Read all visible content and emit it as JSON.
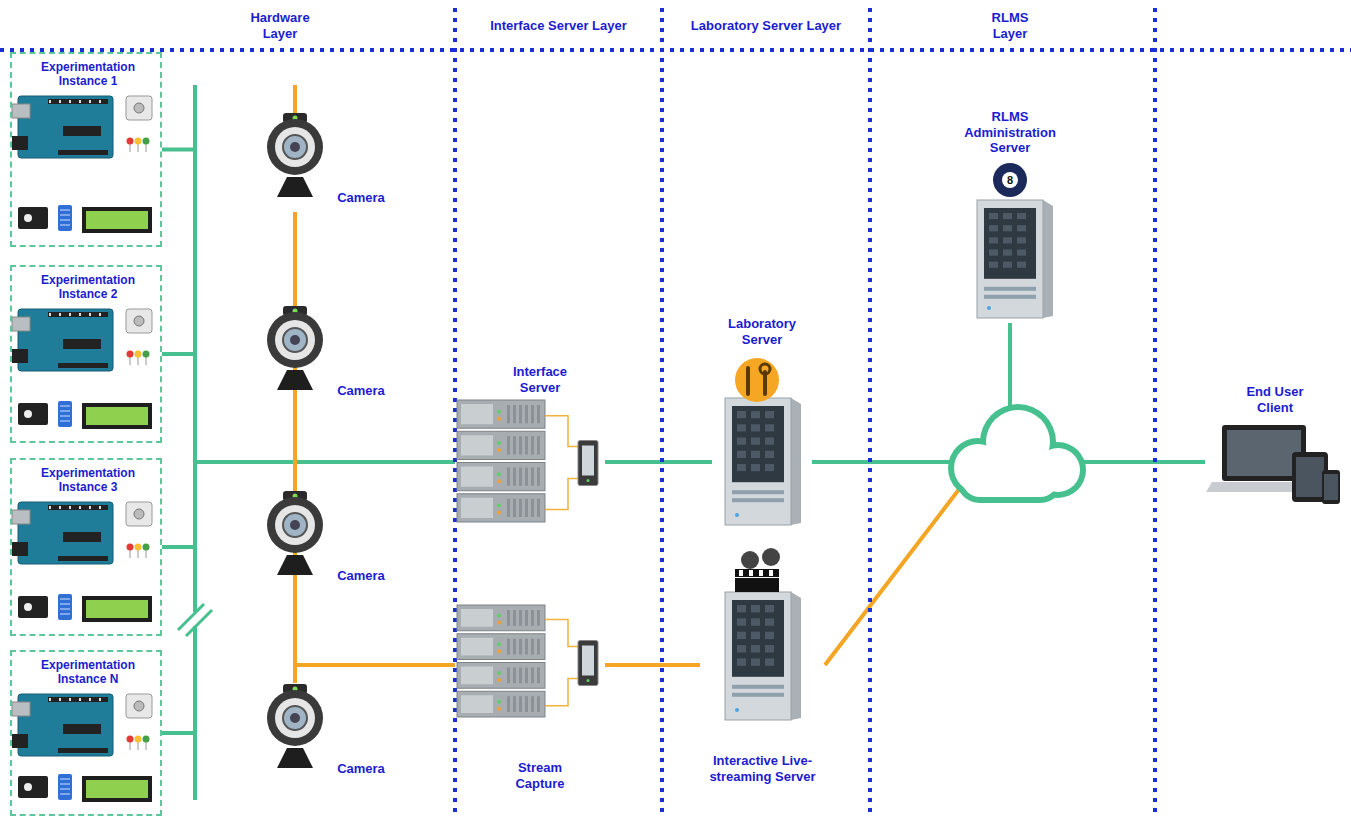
{
  "diagram": {
    "nodes": [
      {
        "text": [
          "Experimentation Instance 1"
        ]
      },
      {
        "text": [
          "Experimentation Instance 2"
        ]
      },
      {
        "text": [
          "Experimentation Instance 3"
        ]
      },
      {
        "text": [
          "Experimentation Instance N"
        ]
      },
      {
        "text": [
          "Camera"
        ]
      },
      {
        "text": [
          "Camera"
        ]
      },
      {
        "text": [
          "Camera"
        ]
      },
      {
        "text": [
          "Camera"
        ]
      },
      {
        "text": [
          "Interface Server"
        ]
      },
      {
        "text": [
          "Stream Capture"
        ]
      },
      {
        "text": [
          "Laboratory Server"
        ]
      },
      {
        "text": [
          "Interactive Live-streaming Server"
        ]
      },
      {
        "text": [
          "RLMS Administration Server"
        ]
      },
      {
        "text": [
          "End User Client"
        ]
      }
    ],
    "edges": [
      {
        "from": 0,
        "to": 8,
        "arrow": "none"
      },
      {
        "from": 1,
        "to": 8,
        "arrow": "none"
      },
      {
        "from": 2,
        "to": 8,
        "arrow": "none"
      },
      {
        "from": 3,
        "to": 8,
        "arrow": "none"
      },
      {
        "from": 4,
        "to": 9,
        "arrow": "none"
      },
      {
        "from": 5,
        "to": 9,
        "arrow": "none"
      },
      {
        "from": 6,
        "to": 9,
        "arrow": "none"
      },
      {
        "from": 7,
        "to": 9,
        "arrow": "none"
      },
      {
        "from": 8,
        "to": 10,
        "arrow": "none"
      },
      {
        "from": 9,
        "to": 11,
        "arrow": "none"
      },
      {
        "from": 11,
        "to": 13,
        "arrow": "none"
      },
      {
        "from": 12,
        "to": 13,
        "arrow": "none"
      },
      {
        "from": 10,
        "to": 13,
        "arrow": "none"
      }
    ],
    "labels": [
      "Hardware Layer",
      "Interface Server Layer",
      "Laboratory Server Layer",
      "RLMS Layer",
      "8"
    ]
  }
}
